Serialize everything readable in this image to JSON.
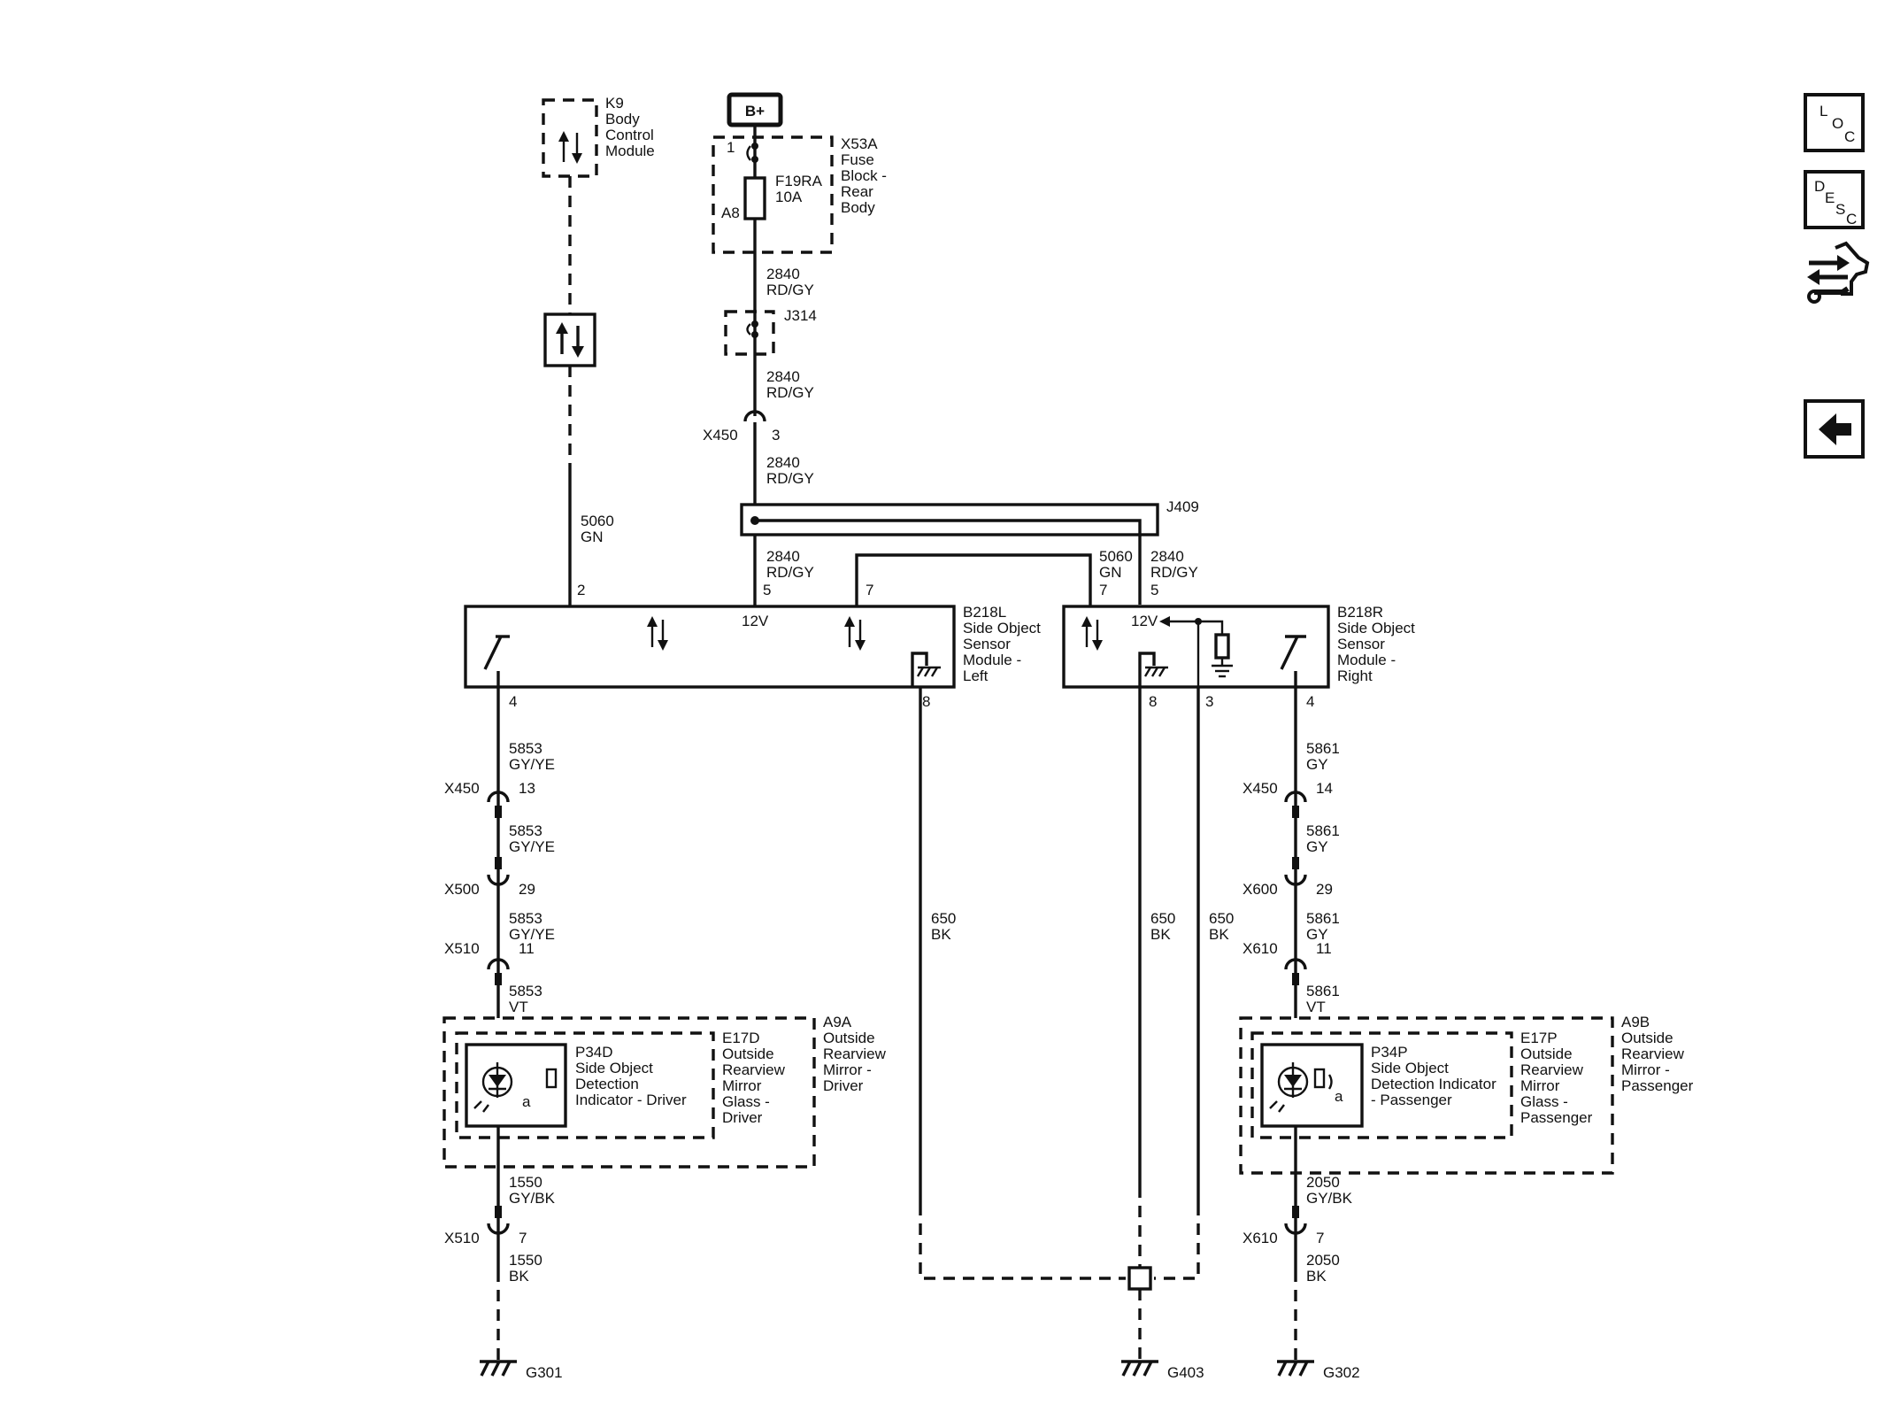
{
  "power": {
    "label": "B+"
  },
  "k9": {
    "id": "K9",
    "lines": [
      "Body",
      "Control",
      "Module"
    ]
  },
  "fuse_block": {
    "id": "X53A",
    "lines": [
      "Fuse",
      "Block -",
      "Rear",
      "Body"
    ],
    "pin_top": "1",
    "pin_side": "A8"
  },
  "fuse": {
    "id": "F19RA",
    "rating": "10A"
  },
  "splices": {
    "j314": "J314",
    "j409": "J409"
  },
  "wires": {
    "w2840": {
      "num": "2840",
      "color": "RD/GY"
    },
    "w5060": {
      "num": "5060",
      "color": "GN"
    },
    "w5853": {
      "num": "5853",
      "color": "GY/YE"
    },
    "w5853vt": {
      "num": "5853",
      "color": "VT"
    },
    "w5861": {
      "num": "5861",
      "color": "GY"
    },
    "w5861vt": {
      "num": "5861",
      "color": "VT"
    },
    "w650": {
      "num": "650",
      "color": "BK"
    },
    "w1550a": {
      "num": "1550",
      "color": "GY/BK"
    },
    "w1550b": {
      "num": "1550",
      "color": "BK"
    },
    "w2050a": {
      "num": "2050",
      "color": "GY/BK"
    },
    "w2050b": {
      "num": "2050",
      "color": "BK"
    }
  },
  "connectors": {
    "x450_top": {
      "id": "X450",
      "pin": "3"
    },
    "x450_left": {
      "id": "X450",
      "pin": "13"
    },
    "x500": {
      "id": "X500",
      "pin": "29"
    },
    "x510_left": {
      "id": "X510",
      "pin": "11"
    },
    "x510_bottom": {
      "id": "X510",
      "pin": "7"
    },
    "x450_right": {
      "id": "X450",
      "pin": "14"
    },
    "x600": {
      "id": "X600",
      "pin": "29"
    },
    "x610_right": {
      "id": "X610",
      "pin": "11"
    },
    "x610_bottom": {
      "id": "X610",
      "pin": "7"
    }
  },
  "module_left": {
    "id": "B218L",
    "lines": [
      "Side Object",
      "Sensor",
      "Module -",
      "Left"
    ],
    "pins": {
      "p2": "2",
      "p5": "5",
      "p7": "7",
      "p4": "4",
      "p8": "8"
    },
    "voltage": "12V"
  },
  "module_right": {
    "id": "B218R",
    "lines": [
      "Side Object",
      "Sensor",
      "Module -",
      "Right"
    ],
    "pins": {
      "p7": "7",
      "p5": "5",
      "p8": "8",
      "p3": "3",
      "p4": "4"
    },
    "voltage": "12V"
  },
  "mirror_left": {
    "assembly_id": "A9A",
    "assembly_lines": [
      "Outside",
      "Rearview",
      "Mirror -",
      "Driver"
    ],
    "glass_id": "E17D",
    "glass_lines": [
      "Outside",
      "Rearview",
      "Mirror",
      "Glass -",
      "Driver"
    ],
    "indicator_id": "P34D",
    "indicator_lines": [
      "Side Object",
      "Detection",
      "Indicator - Driver"
    ]
  },
  "mirror_right": {
    "assembly_id": "A9B",
    "assembly_lines": [
      "Outside",
      "Rearview",
      "Mirror -",
      "Passenger"
    ],
    "glass_id": "E17P",
    "glass_lines": [
      "Outside",
      "Rearview",
      "Mirror",
      "Glass -",
      "Passenger"
    ],
    "indicator_id": "P34P",
    "indicator_lines": [
      "Side Object",
      "Detection Indicator",
      "- Passenger"
    ]
  },
  "grounds": {
    "g301": "G301",
    "g403": "G403",
    "g302": "G302"
  },
  "nav": {
    "loc": [
      "L",
      "O",
      "C"
    ],
    "desc": [
      "D",
      "E",
      "S",
      "C"
    ],
    "connector_icon": "connector-end-view-icon",
    "back_icon": "back-arrow-icon"
  }
}
